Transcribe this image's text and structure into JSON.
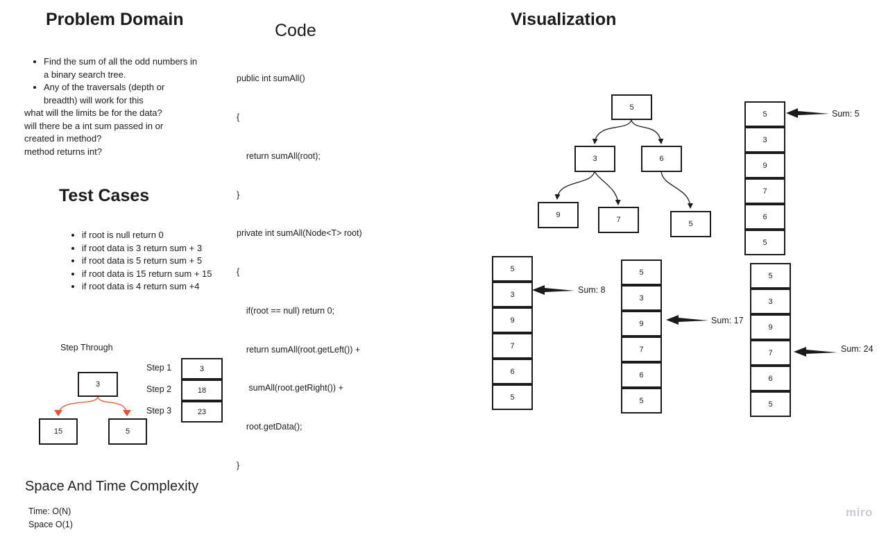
{
  "problem_domain": {
    "title": "Problem Domain",
    "bullets": [
      "Find the sum of all the odd numbers in a binary search tree.",
      "Any of the traversals (depth or breadth) will work for this"
    ],
    "lines": [
      "what will the limits be for the data?",
      "will there be a int sum passed in or created in method?",
      "method returns int?"
    ]
  },
  "code": {
    "title": "Code",
    "lines": [
      "public int sumAll()",
      "{",
      "    return sumAll(root);",
      "}",
      "private int sumAll(Node<T> root)",
      "{",
      "    if(root == null) return 0;",
      "    return sumAll(root.getLeft()) +",
      "     sumAll(root.getRight()) +",
      "    root.getData();",
      "}"
    ]
  },
  "test_cases": {
    "title": "Test Cases",
    "items": [
      "if root is null return 0",
      "if root data is 3 return sum + 3",
      "if root data is 5 return sum + 5",
      "if root data is 15 return sum + 15",
      "if root data is 4 return sum +4"
    ]
  },
  "step_through": {
    "title": "Step Through",
    "tree": {
      "root": "3",
      "left": "15",
      "right": "5"
    },
    "steps": [
      {
        "label": "Step 1",
        "value": "3"
      },
      {
        "label": "Step 2",
        "value": "18"
      },
      {
        "label": "Step 3",
        "value": "23"
      }
    ],
    "arrow_color": "#e8502a"
  },
  "complexity": {
    "title": "Space And Time Complexity",
    "time": "Time: O(N)",
    "space": "Space O(1)"
  },
  "visualization": {
    "title": "Visualization",
    "tree": {
      "root": "5",
      "left": "3",
      "right": "6",
      "left_left": "9",
      "left_right": "7",
      "right_right": "5"
    },
    "stacks": [
      {
        "values": [
          "5",
          "3",
          "9",
          "7",
          "6",
          "5"
        ],
        "pointer_index": 0,
        "sum_label": "Sum: 5"
      },
      {
        "values": [
          "5",
          "3",
          "9",
          "7",
          "6",
          "5"
        ],
        "pointer_index": 1,
        "sum_label": "Sum: 8"
      },
      {
        "values": [
          "5",
          "3",
          "9",
          "7",
          "6",
          "5"
        ],
        "pointer_index": 2,
        "sum_label": "Sum: 17"
      },
      {
        "values": [
          "5",
          "3",
          "9",
          "7",
          "6",
          "5"
        ],
        "pointer_index": 3,
        "sum_label": "Sum: 24"
      }
    ]
  },
  "watermark": "miro"
}
